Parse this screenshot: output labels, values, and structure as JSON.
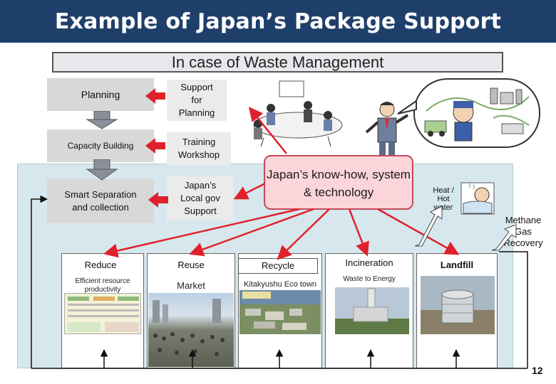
{
  "title": "Example of Japan’s Package Support",
  "case_banner": "In case of Waste Management",
  "left_steps": [
    "Planning",
    "Capacity Building",
    "Smart Separation and collection"
  ],
  "support_boxes": [
    "Support for Planning",
    "Training Workshop",
    "Japan’s Local gov Support"
  ],
  "center_box": "Japan’s know-how, system & technology",
  "heat_label": "Heat / Hot water",
  "methane_label": "Methane Gas Recovery",
  "columns": [
    {
      "title": "Reduce",
      "subtitle": "Efficient resource productivity"
    },
    {
      "title": "Reuse",
      "subtitle": "Market"
    },
    {
      "title": "Recycle",
      "subtitle": "Kitakyushu Eco town"
    },
    {
      "title": "Incineration",
      "subtitle": "Waste to Energy"
    },
    {
      "title": "Landfill",
      "subtitle": ""
    }
  ],
  "page_number": "12",
  "colors": {
    "title_bg": "#1f3f6b",
    "arrow": "#e0212b",
    "panel": "#d7e7ee",
    "highlight": "#fbd5d9"
  }
}
